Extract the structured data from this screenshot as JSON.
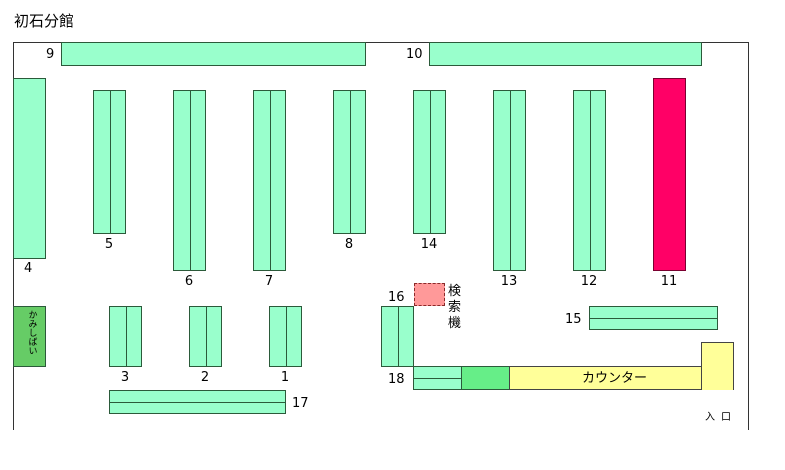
{
  "title": "初石分館",
  "shelf_labels": {
    "s1": "1",
    "s2": "2",
    "s3": "3",
    "s4": "4",
    "s5": "5",
    "s6": "6",
    "s7": "7",
    "s8": "8",
    "s9": "9",
    "s10": "10",
    "s11": "11",
    "s12": "12",
    "s13": "13",
    "s14": "14",
    "s15": "15",
    "s16": "16",
    "s17": "17",
    "s18": "18"
  },
  "kamishibai": "かみしばい",
  "search_terminal": "検索機",
  "counter": "カウンター",
  "entrance": "入口",
  "colors": {
    "shelf": "#99ffcc",
    "highlight_shelf": "#ff0066",
    "kamishibai": "#66cc66",
    "search_terminal": "#ff9999",
    "counter": "#ffff99"
  }
}
